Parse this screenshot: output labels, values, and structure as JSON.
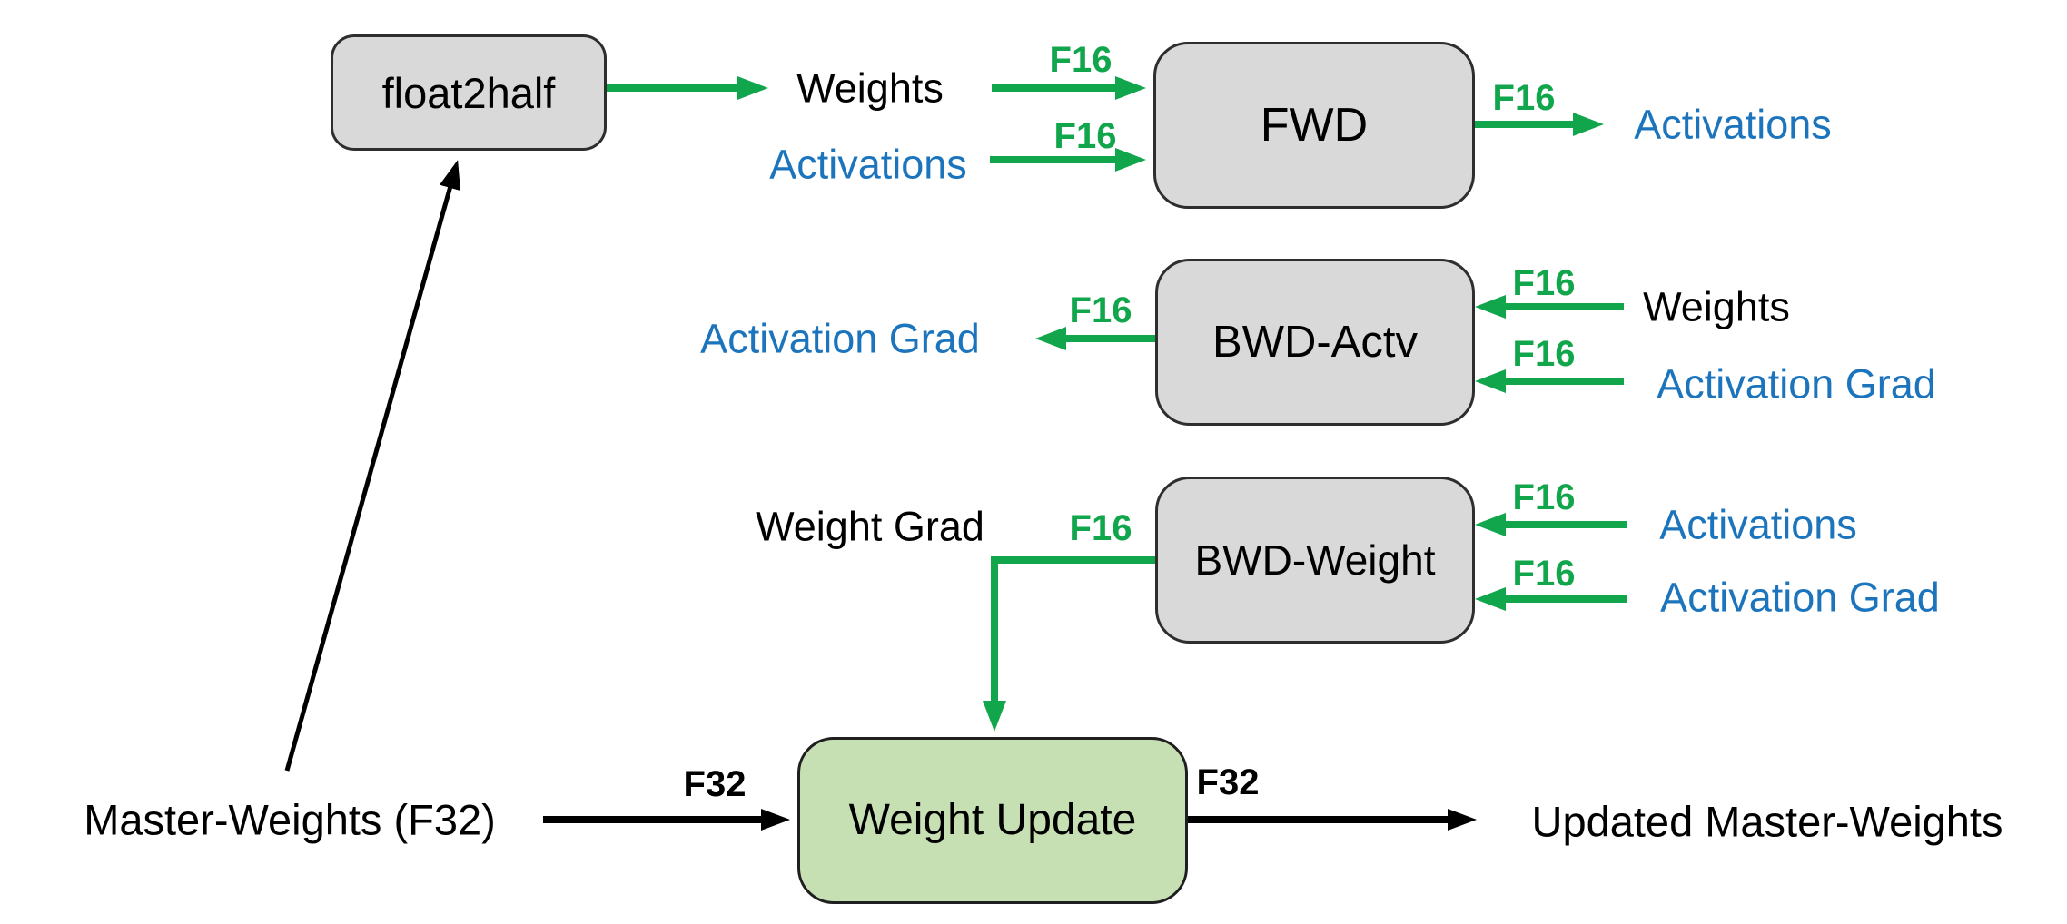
{
  "colors": {
    "flow_green": "#11A64C",
    "activation_blue": "#1C75BC",
    "text_black": "#000000",
    "op_box_fill": "#D9D9D9",
    "op_box_border": "#2E2E2E",
    "update_box_fill": "#C6E0B4",
    "background": "#FFFFFF"
  },
  "nodes": {
    "float2half": {
      "label": "float2half"
    },
    "fwd": {
      "label": "FWD"
    },
    "bwd_actv": {
      "label": "BWD-Actv"
    },
    "bwd_weight": {
      "label": "BWD-Weight"
    },
    "weight_update": {
      "label": "Weight Update"
    }
  },
  "row_fwd": {
    "weights_in": {
      "label": "Weights",
      "tag": "F16"
    },
    "activations_in": {
      "label": "Activations",
      "tag": "F16"
    },
    "activations_out": {
      "label": "Activations",
      "tag": "F16"
    }
  },
  "row_bwd_actv": {
    "activation_grad_out": {
      "label": "Activation Grad",
      "tag": "F16"
    },
    "weights_in": {
      "label": "Weights",
      "tag": "F16"
    },
    "activation_grad_in": {
      "label": "Activation Grad",
      "tag": "F16"
    }
  },
  "row_bwd_weight": {
    "weight_grad_out": {
      "label": "Weight Grad",
      "tag": "F16"
    },
    "activations_in": {
      "label": "Activations",
      "tag": "F16"
    },
    "activation_grad_in": {
      "label": "Activation Grad",
      "tag": "F16"
    }
  },
  "row_update": {
    "master_weights": {
      "label": "Master-Weights (F32)",
      "tag": "F32"
    },
    "updated_master_weights": {
      "label": "Updated Master-Weights",
      "tag": "F32"
    }
  }
}
